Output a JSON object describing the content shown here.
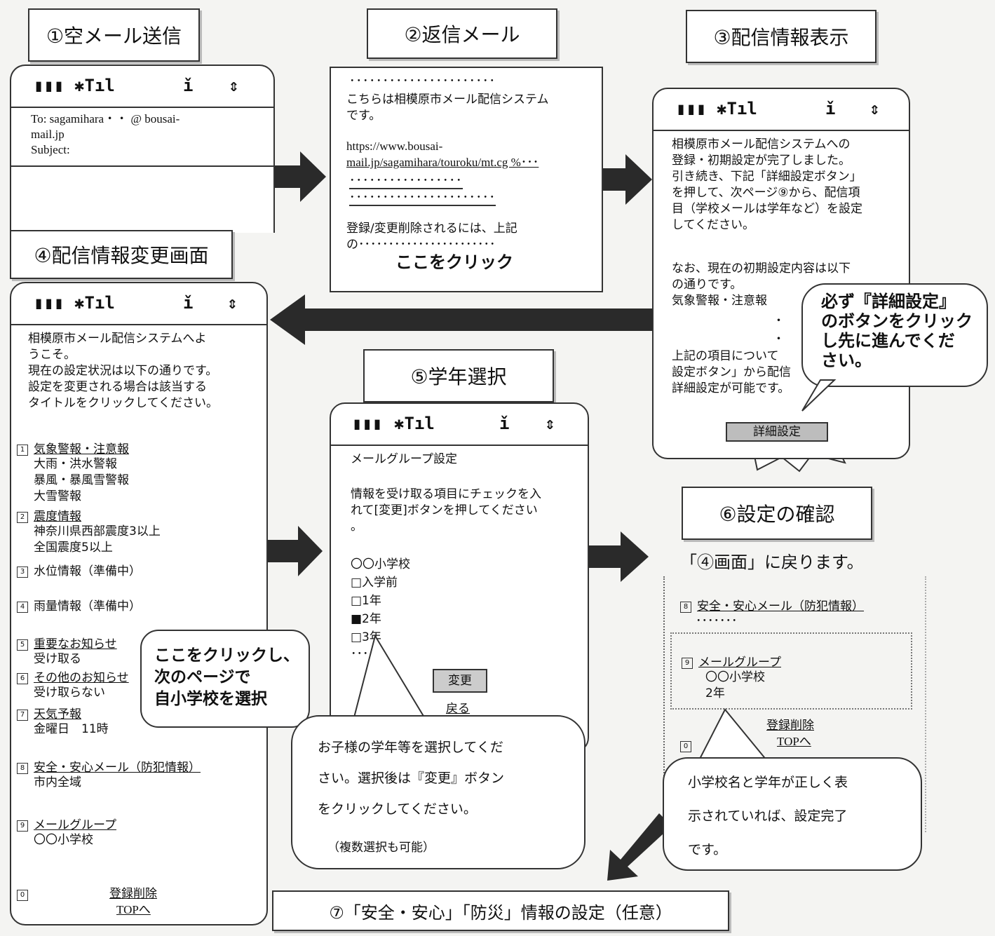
{
  "steps": {
    "step1": "①空メール送信",
    "step2": "②返信メール",
    "step3": "③配信情報表示",
    "step4": "④配信情報変更画面",
    "step5": "⑤学年選択",
    "step6": "⑥設定の確認",
    "step7": "⑦「安全・安心」「防災」情報の設定（任意）"
  },
  "phone1": {
    "to_line1": "To: sagamihara・・ @ bousai-",
    "to_line2": "mail.jp",
    "subject": "Subject:"
  },
  "mail2": {
    "line1": "こちらは相模原市メール配信システム",
    "line2": "です。",
    "url1": "https://www.bousai-",
    "url2": "mail.jp/sagamihara/touroku/mt.cg %･･･",
    "line3": "登録/変更削除されるには、上記",
    "line4": "の･･･････････････････････",
    "click": "ここをクリック"
  },
  "phone3": {
    "text1": "相模原市メール配信システムへの\n登録・初期設定が完了しました。\n引き続き、下記「詳細設定ボタン」\nを押して、次ページ⑨から、配信項\n目（学校メールは学年など）を設定\nしてください。",
    "text2": "なお、現在の初期設定内容は以下\nの通りです。\n気象警報・注意報",
    "text3": "上記の項目について\n設定ボタン」から配信\n詳細設定が可能です。",
    "button": "詳細設定",
    "callout": "必ず『詳細設定』\nのボタンをクリック\nし先に進んでくだ\nさい。"
  },
  "phone4": {
    "intro": "相模原市メール配信システムへよ\nうこそ。\n現在の設定状況は以下の通りです。\n設定を変更される場合は該当する\nタイトルをクリックしてください。",
    "items": [
      {
        "num": "1",
        "title": "気象警報・注意報",
        "sub": "大雨・洪水警報\n暴風・暴風雪警報\n大雪警報"
      },
      {
        "num": "2",
        "title": "震度情報",
        "sub": "神奈川県西部震度3以上\n全国震度5以上"
      },
      {
        "num": "3",
        "title": "水位情報（準備中）",
        "sub": ""
      },
      {
        "num": "4",
        "title": "雨量情報（準備中）",
        "sub": ""
      },
      {
        "num": "5",
        "title": "重要なお知らせ",
        "sub": "受け取る"
      },
      {
        "num": "6",
        "title": "その他のお知らせ",
        "sub": "受け取らない"
      },
      {
        "num": "7",
        "title": "天気予報",
        "sub": "金曜日　11時"
      },
      {
        "num": "8",
        "title": "安全・安心メール（防犯情報）",
        "sub": "市内全域"
      },
      {
        "num": "9",
        "title": "メールグループ",
        "sub": "〇〇小学校"
      }
    ],
    "item0_num": "0",
    "delete": "登録削除",
    "top": "TOPへ",
    "callout": "ここをクリックし、\n次のページで\n自小学校を選択"
  },
  "phone5": {
    "header": "メールグループ設定",
    "instr": "情報を受け取る項目にチェックを入\nれて[変更]ボタンを押してください\n。",
    "school": "〇〇小学校",
    "options": [
      "□入学前",
      "□1年",
      "■2年",
      "□3年"
    ],
    "more": "･････",
    "change": "変更",
    "back": "戻る",
    "callout": "お子様の学年等を選択してくだ\nさい。選択後は『変更』ボタン\nをクリックしてください。",
    "callout_note": "（複数選択も可能）"
  },
  "screen6": {
    "return": "「④画面」に戻ります。",
    "item8": "安全・安心メール（防犯情報）",
    "item8_sub": "･･･････",
    "item9": "メールグループ",
    "item9_sub1": "〇〇小学校",
    "item9_sub2": "2年",
    "delete": "登録削除",
    "top": "TOPへ",
    "callout": "小学校名と学年が正しく表\n示されていれば、設定完了\nです。"
  },
  "status_icons": [
    "battery-icon",
    "signal-icon",
    "info-icon",
    "scroll-icon"
  ],
  "colors": {
    "arrow": "#2a2a2a",
    "paper": "#f4f4f2",
    "button": "#bdbdbd"
  }
}
